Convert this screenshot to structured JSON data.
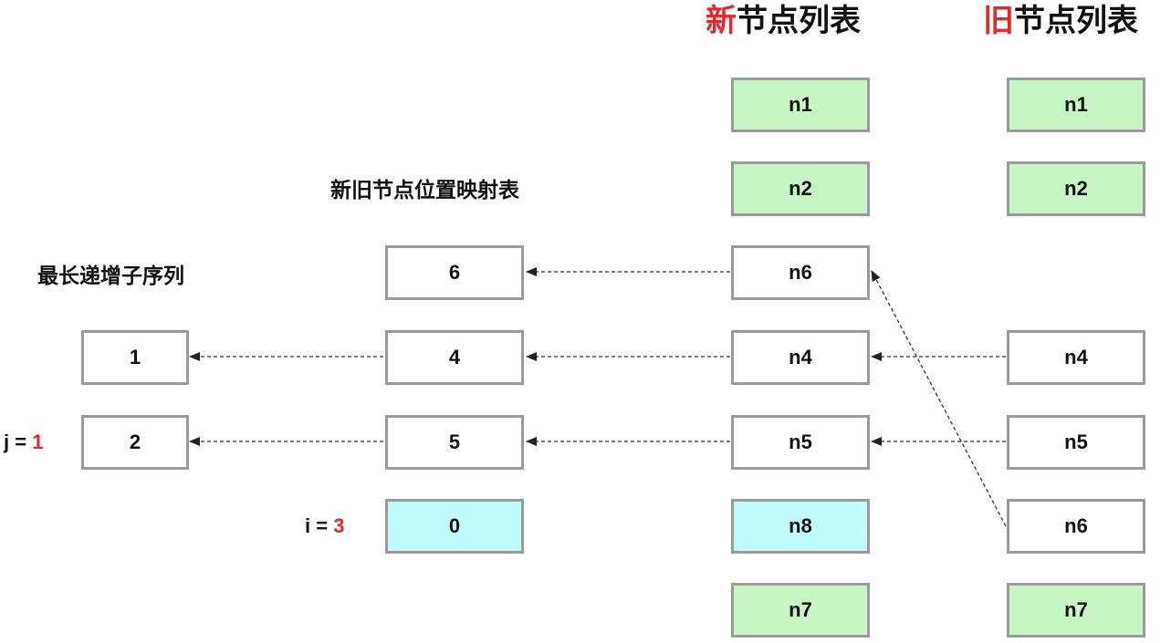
{
  "titles": {
    "new_list": {
      "accent": "新",
      "rest": "节点列表"
    },
    "old_list": {
      "accent": "旧",
      "rest": "节点列表"
    }
  },
  "headings": {
    "map": "新旧节点位置映射表",
    "lis": "最长递增子序列"
  },
  "new_nodes": [
    "n1",
    "n2",
    "n6",
    "n4",
    "n5",
    "n8",
    "n7"
  ],
  "old_nodes": [
    "n1",
    "n2",
    "n4",
    "n5",
    "n6",
    "n7"
  ],
  "map_values": [
    "6",
    "4",
    "5",
    "0"
  ],
  "lis_values": [
    "1",
    "2"
  ],
  "vars": {
    "j": {
      "name": "j = ",
      "value": "1"
    },
    "i": {
      "name": "i = ",
      "value": "3"
    }
  },
  "colors": {
    "accent": "#e8262b",
    "unchanged_node": "#c6f6c3",
    "new_node": "#c0fbfb",
    "border": "#9a9a9a"
  }
}
